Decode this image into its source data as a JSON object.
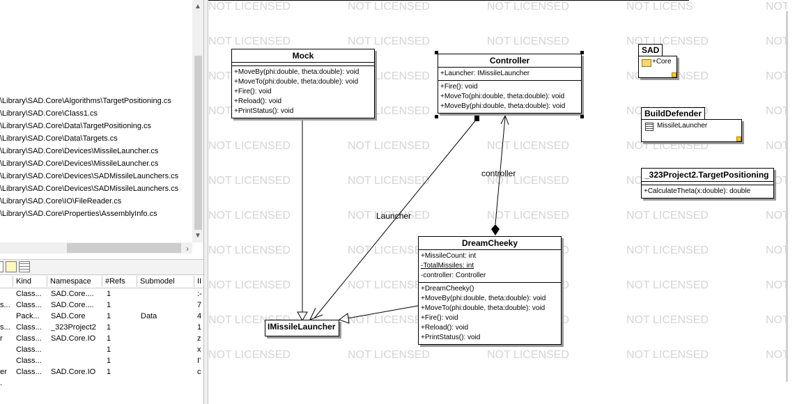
{
  "file_list": [
    "\\Library\\SAD.Core\\Algorithms\\TargetPositioning.cs",
    "\\Library\\SAD.Core\\Class1.cs",
    "\\Library\\SAD.Core\\Data\\TargetPositioning.cs",
    "\\Library\\SAD.Core\\Data\\Targets.cs",
    "\\Library\\SAD.Core\\Devices\\MissileLauncher.cs",
    "\\Library\\SAD.Core\\Devices\\MissileLauncher.cs",
    "\\Library\\SAD.Core\\Devices\\SADMissileLaunchers.cs",
    "\\Library\\SAD.Core\\Devices\\SADMissileLaunchers.cs",
    "\\Library\\SAD.Core\\IO\\FileReader.cs",
    "\\Library\\SAD.Core\\Properties\\AssemblyInfo.cs"
  ],
  "table": {
    "headers": [
      "Kind",
      "Namespace",
      "#Refs",
      "Submodel",
      "II"
    ],
    "rows": [
      [
        "",
        "Class...",
        "SAD.Core....",
        "1",
        "",
        ":-"
      ],
      [
        "s...",
        "Class...",
        "SAD.Core....",
        "1",
        "",
        "7"
      ],
      [
        "",
        "Pack...",
        "SAD.Core",
        "1",
        "Data",
        "4"
      ],
      [
        "s...",
        "Class...",
        "_323Project2",
        "1",
        "",
        "1"
      ],
      [
        "r",
        "Class...",
        "SAD.Core.IO",
        "1",
        "",
        "z"
      ],
      [
        "",
        "Class...",
        "",
        "1",
        "",
        "x"
      ],
      [
        "",
        "Class...",
        "",
        "1",
        "",
        "I'"
      ],
      [
        "er",
        "Class...",
        "SAD.Core.IO",
        "1",
        "",
        "c"
      ],
      [
        ".",
        "",
        "",
        "",
        "",
        ""
      ]
    ]
  },
  "watermark": "NOT LICENSED",
  "watermark_cut": "NOT LICENS",
  "watermark_short": "NOT",
  "diagram": {
    "mock": {
      "name": "Mock",
      "operations": [
        "+MoveBy(phi:double, theta:double): void",
        "+MoveTo(phi:double, theta:double): void",
        "+Fire(): void",
        "+Reload(): void",
        "+PrintStatus(): void"
      ]
    },
    "controller": {
      "name": "Controller",
      "attributes": [
        "+Launcher: IMissileLauncher"
      ],
      "operations": [
        "+Fire(): void",
        "+MoveTo(phi:double, theta:double): void",
        "+MoveBy(phi:double, theta:double): void"
      ]
    },
    "dreamcheeky": {
      "name": "DreamCheeky",
      "attributes": [
        "+MissileCount: int",
        "-TotalMissiles: int",
        "-controller: Controller"
      ],
      "operations": [
        "+DreamCheeky()",
        "+MoveBy(phi:double, theta:double): void",
        "+MoveTo(phi:double, theta:double): void",
        "+Fire(): void",
        "+Reload(): void",
        "+PrintStatus(): void"
      ]
    },
    "imissilelauncher": {
      "name": "IMissileLauncher"
    },
    "sad_package": {
      "name": "SAD",
      "item": "+Core"
    },
    "builddefender_package": {
      "name": "BuildDefender",
      "item": "MissileLauncher"
    },
    "target_positioning": {
      "name": "_323Project2.TargetPositioning",
      "operations": [
        "+CalculateTheta(x:double): double"
      ]
    },
    "labels": {
      "launcher": "Launcher",
      "controller": "controller"
    }
  },
  "colors": {
    "watermark": "#d4d4d4",
    "handle": "#000000",
    "resize_handle": "#ffd200",
    "folder": "#f5d76e"
  }
}
